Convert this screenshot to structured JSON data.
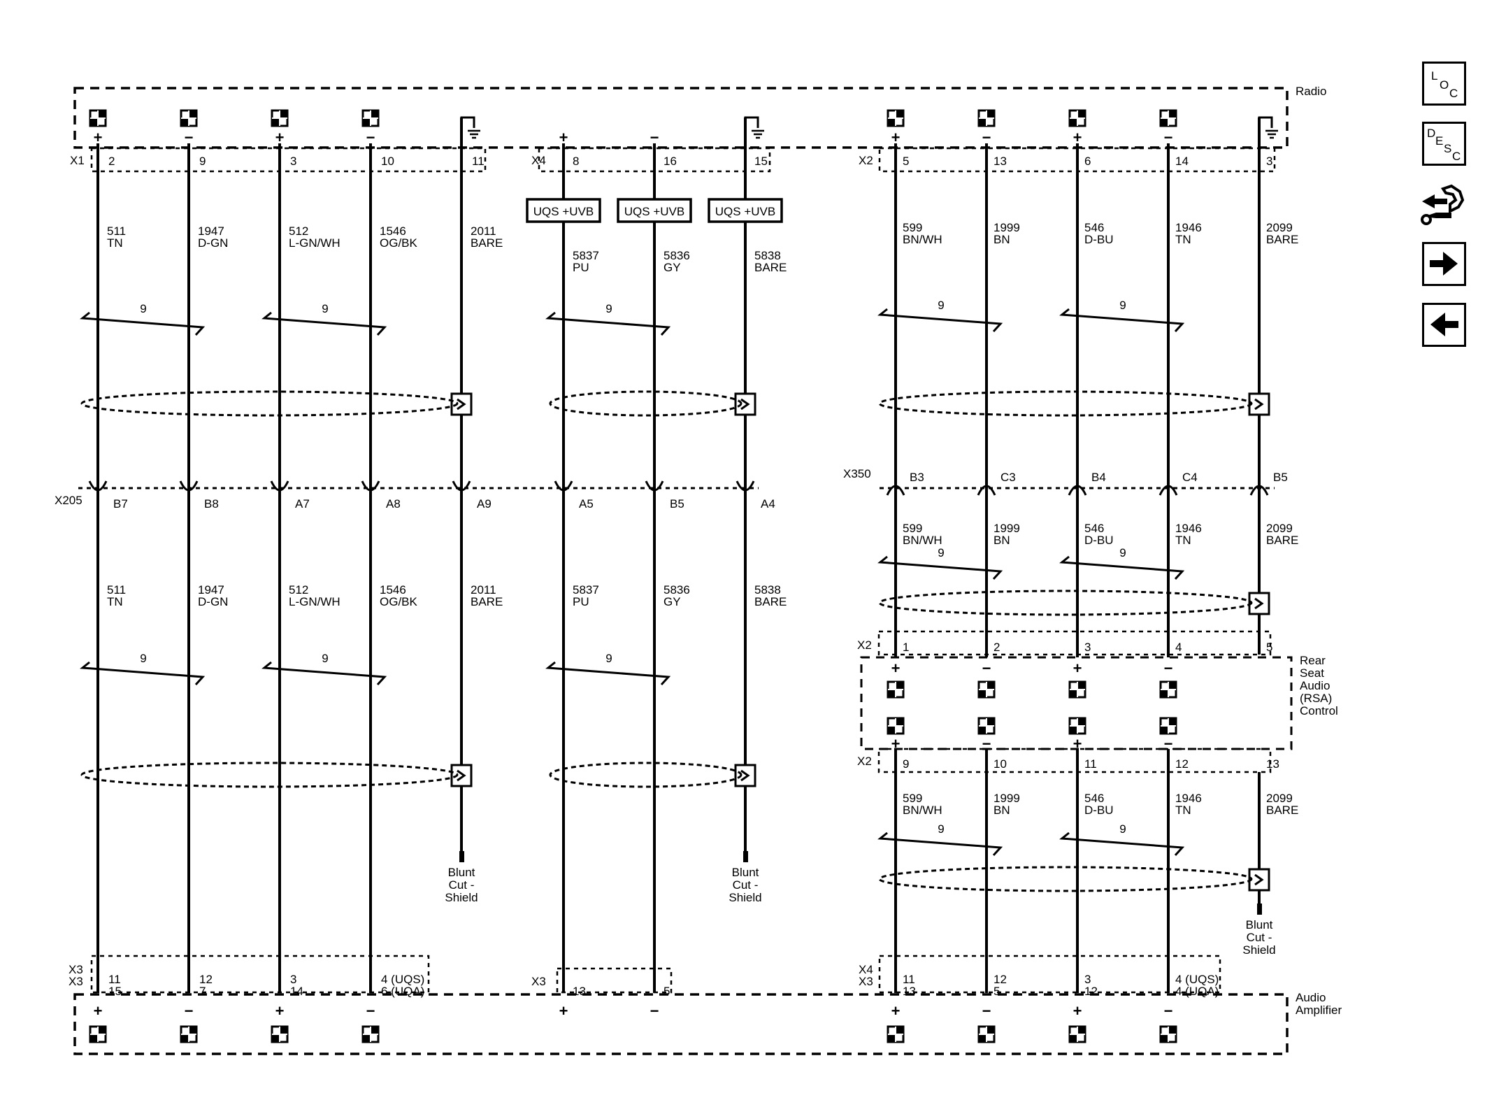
{
  "modules": {
    "radio": "Radio",
    "amplifier": [
      "Audio",
      "Amplifier"
    ],
    "rsa": [
      "Rear",
      "Seat",
      "Audio",
      "(RSA)",
      "Control"
    ]
  },
  "connectors": {
    "x1": "X1",
    "x4_top": "X4",
    "x2_top": "X2",
    "x205": "X205",
    "x350": "X350",
    "x2_rsa_in": "X2",
    "x2_rsa_out": "X2",
    "x3_left_a": "X3",
    "x3_left_b": "X3",
    "x3_mid": "X3",
    "x4_bottom": "X4",
    "x3_right": "X3"
  },
  "fuse_label": "UQS +UVB",
  "twist_label": "9",
  "blunt_label": [
    "Blunt",
    "Cut -",
    "Shield"
  ],
  "left_circuits": [
    {
      "top_pin": "2",
      "mid": "B7",
      "circuit": "511",
      "color": "TN",
      "bottom": [
        "11",
        "15"
      ],
      "pol_top": "+",
      "pol_bot": "+"
    },
    {
      "top_pin": "9",
      "mid": "B8",
      "circuit": "1947",
      "color": "D-GN",
      "bottom": [
        "12",
        "7"
      ],
      "pol_top": "−",
      "pol_bot": "−"
    },
    {
      "top_pin": "3",
      "mid": "A7",
      "circuit": "512",
      "color": "L-GN/WH",
      "bottom": [
        "3",
        "14"
      ],
      "pol_top": "+",
      "pol_bot": "+"
    },
    {
      "top_pin": "10",
      "mid": "A8",
      "circuit": "1546",
      "color": "OG/BK",
      "bottom": [
        "4 (UQS)",
        "6 (UQA)"
      ],
      "pol_top": "−",
      "pol_bot": "−"
    },
    {
      "top_pin": "11",
      "mid": "A9",
      "circuit": "2011",
      "color": "BARE"
    }
  ],
  "mid_circuits": [
    {
      "top_pin": "8",
      "mid": "A5",
      "circuit": "5837",
      "color": "PU",
      "bottom": "13",
      "pol_top": "+",
      "pol_bot": "+"
    },
    {
      "top_pin": "16",
      "mid": "B5",
      "circuit": "5836",
      "color": "GY",
      "bottom": "5",
      "pol_top": "−",
      "pol_bot": "−"
    },
    {
      "top_pin": "15",
      "mid": "A4",
      "circuit": "5838",
      "color": "BARE"
    }
  ],
  "right_circuits": [
    {
      "top_pin": "5",
      "mid": "B3",
      "circuit": "599",
      "color": "BN/WH",
      "rsa_in": "1",
      "rsa_out": "9",
      "bottom": [
        "11",
        "13"
      ],
      "pol": "+"
    },
    {
      "top_pin": "13",
      "mid": "C3",
      "circuit": "1999",
      "color": "BN",
      "rsa_in": "2",
      "rsa_out": "10",
      "bottom": [
        "12",
        "5"
      ],
      "pol": "−"
    },
    {
      "top_pin": "6",
      "mid": "B4",
      "circuit": "546",
      "color": "D-BU",
      "rsa_in": "3",
      "rsa_out": "11",
      "bottom": [
        "3",
        "12"
      ],
      "pol": "+"
    },
    {
      "top_pin": "14",
      "mid": "C4",
      "circuit": "1946",
      "color": "TN",
      "rsa_in": "4",
      "rsa_out": "12",
      "bottom": [
        "4 (UQS)",
        "4 (UQA)"
      ],
      "pol": "−"
    },
    {
      "top_pin": "3",
      "mid": "B5",
      "circuit": "2099",
      "color": "BARE",
      "rsa_in": "5",
      "rsa_out": "13"
    }
  ],
  "nav": {
    "loc": [
      "L",
      "O",
      "C"
    ],
    "desc": [
      "D",
      "E",
      "S",
      "C"
    ]
  },
  "icons": [
    "loc-icon",
    "desc-icon",
    "tool-icon",
    "arrow-right-icon",
    "arrow-left-icon"
  ]
}
